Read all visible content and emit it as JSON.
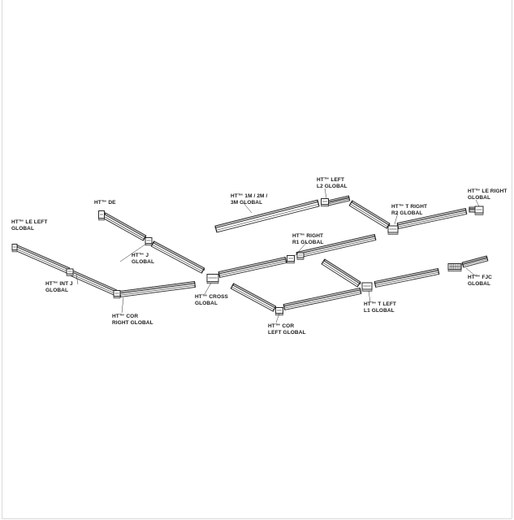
{
  "labels": {
    "le_left": [
      "HT™ LE LEFT",
      "GLOBAL"
    ],
    "de": [
      "HT™ DE"
    ],
    "j": [
      "HT™ J",
      "GLOBAL"
    ],
    "int_j": [
      "HT™ INT J",
      "GLOBAL"
    ],
    "cor_right": [
      "HT™ COR",
      "RIGHT GLOBAL"
    ],
    "cross": [
      "HT™ CROSS",
      "GLOBAL"
    ],
    "cor_left": [
      "HT™ COR",
      "LEFT GLOBAL"
    ],
    "track": [
      "HT™ 1M / 2M /",
      "3M GLOBAL"
    ],
    "left_l2": [
      "HT™ LEFT",
      "L2 GLOBAL"
    ],
    "right_r1": [
      "HT™ RIGHT",
      "R1 GLOBAL"
    ],
    "t_right": [
      "HT™ T RIGHT",
      "R2 GLOBAL"
    ],
    "le_right": [
      "HT™ LE RIGHT",
      "GLOBAL"
    ],
    "fjc": [
      "HT™ FJC",
      "GLOBAL"
    ],
    "t_left": [
      "HT™ T LEFT",
      "L1 GLOBAL"
    ]
  },
  "colors": {
    "line": "#2a2a2a",
    "fill": "#ffffff",
    "shade": "#bdbdbd",
    "frame": "#d9d9d9"
  }
}
